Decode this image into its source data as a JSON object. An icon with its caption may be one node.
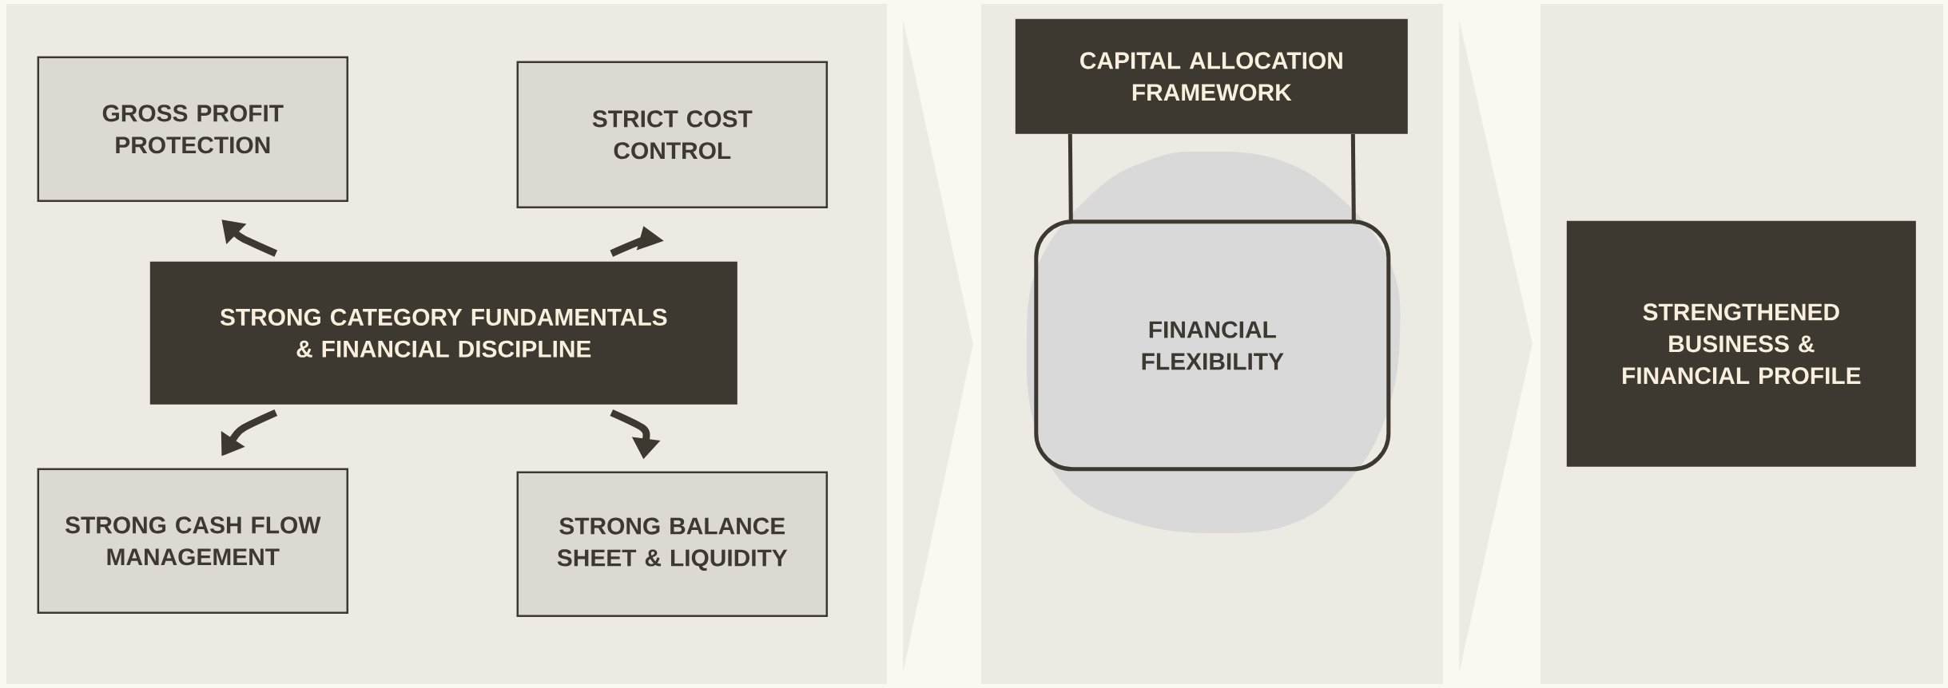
{
  "diagram": {
    "nodes": [
      {
        "text": [],
        "shape": "box"
      },
      {
        "text": [
          "STRONG CATEGORY FUNDAMENTALS & FINANCIAL DISCIPLINE"
        ],
        "in": 0
      },
      {
        "text": [
          "GROSS PROFIT PROTECTION"
        ],
        "in": 0
      },
      {
        "text": [
          "STRICT COST CONTROL"
        ],
        "in": 0
      },
      {
        "text": [
          "STRONG CASH FLOW MANAGEMENT"
        ],
        "in": 0
      },
      {
        "text": [
          "STRONG BALANCE SHEET & LIQUIDITY"
        ],
        "in": 0
      },
      {
        "text": [],
        "shape": "box"
      },
      {
        "text": [
          "CAPITAL ALLOCATION FRAMEWORK"
        ],
        "in": 6
      },
      {
        "text": [
          "FINANCIAL FLEXIBILITY"
        ],
        "in": 6
      },
      {
        "text": [],
        "shape": "box"
      },
      {
        "text": [
          "STRENGTHENED BUSINESS & FINANCIAL PROFILE"
        ],
        "in": 9
      }
    ],
    "edges": [
      {
        "from": 1,
        "to": 2,
        "arrow": "to"
      },
      {
        "from": 1,
        "to": 3,
        "arrow": "to"
      },
      {
        "from": 1,
        "to": 4,
        "arrow": "to"
      },
      {
        "from": 1,
        "to": 5,
        "arrow": "to"
      },
      {
        "from": 7,
        "to": 8,
        "arrow": "none"
      },
      {
        "from": 7,
        "to": 8,
        "arrow": "none"
      },
      {
        "from": 0,
        "to": 6,
        "arrow": "to"
      },
      {
        "from": 6,
        "to": 9,
        "arrow": "to"
      }
    ]
  }
}
